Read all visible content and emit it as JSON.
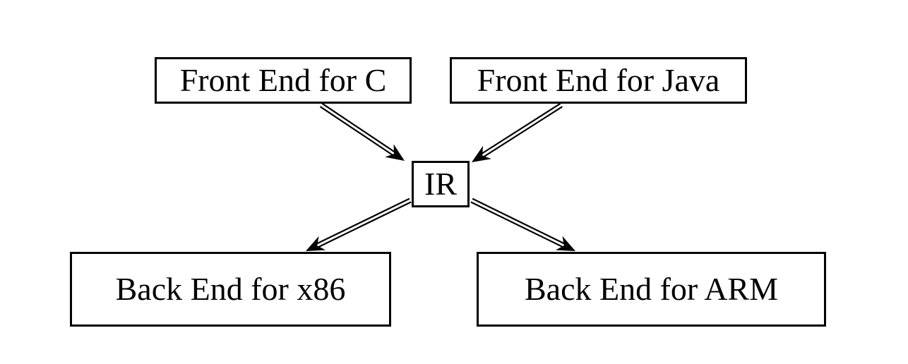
{
  "diagram": {
    "nodes": {
      "front_end_c": {
        "label": "Front End for C"
      },
      "front_end_java": {
        "label": "Front End for Java"
      },
      "ir": {
        "label": "IR"
      },
      "back_end_x86": {
        "label": "Back End for x86"
      },
      "back_end_arm": {
        "label": "Back End for ARM"
      }
    },
    "edges": [
      {
        "from": "front_end_c",
        "to": "ir",
        "style": "double-line-arrow"
      },
      {
        "from": "front_end_java",
        "to": "ir",
        "style": "double-line-arrow"
      },
      {
        "from": "ir",
        "to": "back_end_x86",
        "style": "double-line-arrow"
      },
      {
        "from": "ir",
        "to": "back_end_arm",
        "style": "double-line-arrow"
      }
    ],
    "colors": {
      "stroke": "#000000",
      "background": "#ffffff"
    }
  }
}
